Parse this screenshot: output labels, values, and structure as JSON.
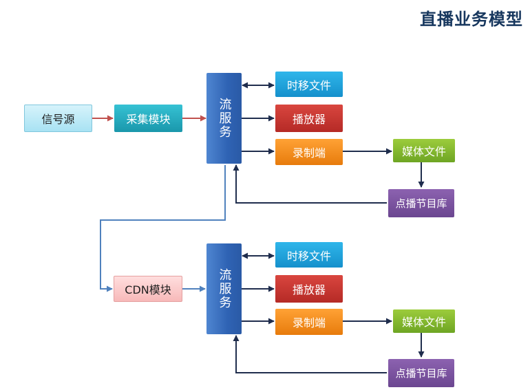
{
  "title": "直播业务模型",
  "blocks": {
    "source": "信号源",
    "collector": "采集模块",
    "cdn": "CDN模块",
    "stream_top": "流服务",
    "stream_bottom": "流服务",
    "timeshift_top": "时移文件",
    "player_top": "播放器",
    "recorder_top": "录制端",
    "media_top": "媒体文件",
    "vod_top": "点播节目库",
    "timeshift_bottom": "时移文件",
    "player_bottom": "播放器",
    "recorder_bottom": "录制端",
    "media_bottom": "媒体文件",
    "vod_bottom": "点播节目库"
  },
  "colors": {
    "arrow_dark": "#1f2d4d",
    "arrow_red": "#c0504d",
    "arrow_blue": "#4f81bd"
  }
}
